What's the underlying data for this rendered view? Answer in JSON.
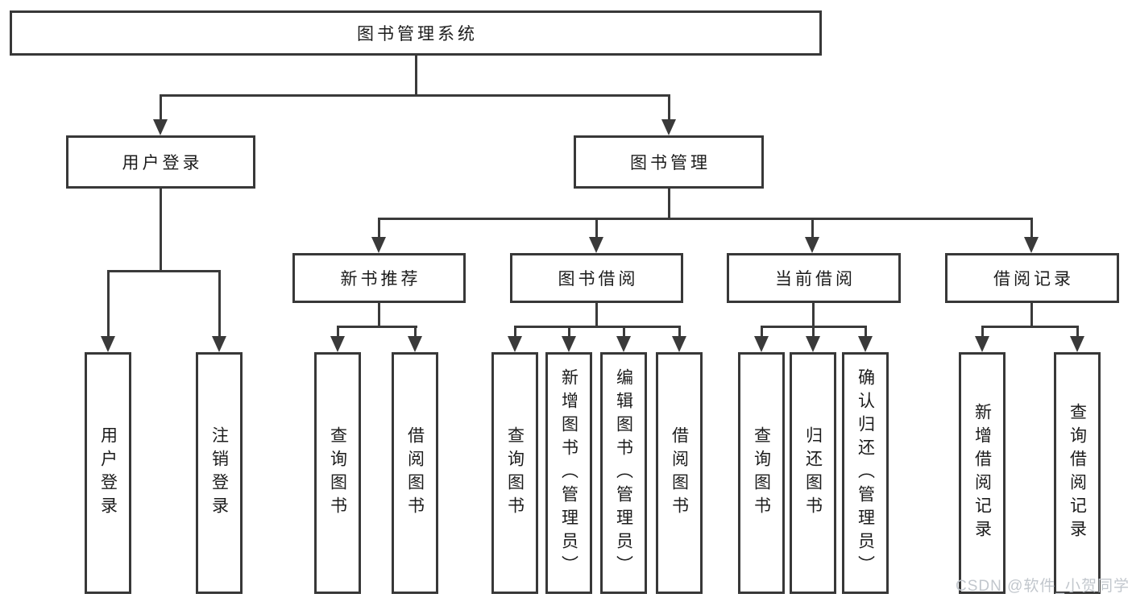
{
  "diagram": {
    "root": "图书管理系统",
    "level1": [
      "用户登录",
      "图书管理"
    ],
    "level2": [
      "新书推荐",
      "图书借阅",
      "当前借阅",
      "借阅记录"
    ],
    "leaves_login": [
      "用户登录",
      "注销登录"
    ],
    "leaves_newbook": [
      "查询图书",
      "借阅图书"
    ],
    "leaves_borrow": [
      "查询图书",
      "新增图书（管理员）",
      "编辑图书（管理员）",
      "借阅图书"
    ],
    "leaves_current": [
      "查询图书",
      "归还图书",
      "确认归还（管理员）"
    ],
    "leaves_records": [
      "新增借阅记录",
      "查询借阅记录"
    ]
  },
  "watermark": "CSDN @软件_小贺同学",
  "colors": {
    "line": "#3a3a3a",
    "border": "#383838",
    "fill": "#ffffff",
    "text": "#1c1c1c",
    "watermark": "#c2c7cd",
    "background": "#ffffff"
  }
}
